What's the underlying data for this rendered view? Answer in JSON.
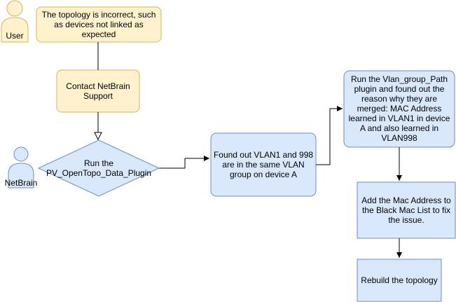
{
  "actors": {
    "user": {
      "label": "User"
    },
    "netbrain": {
      "label": "NetBrain"
    }
  },
  "nodes": {
    "problem": {
      "text": "The topology is incorrect, such as devices not linked as expected"
    },
    "contact": {
      "text": "Contact NetBrain Support"
    },
    "run_plugin": {
      "text": "Run the PV_OpenTopo_Data_Plugin"
    },
    "found_vlan": {
      "text": "Found out  VLAN1 and 998 are in the same VLAN group on device A"
    },
    "vlan_group_path": {
      "text": "Run the Vlan_group_Path plugin and found out the reason why they are merged: MAC Address learned in VLAN1 in device A and also learned in VLAN998"
    },
    "add_mac": {
      "text": "Add the Mac Address to the Black Mac List to fix the issue."
    },
    "rebuild": {
      "text": "Rebuild the topology"
    }
  },
  "colors": {
    "yellow_fill": "#FFF2CC",
    "yellow_stroke": "#D6B656",
    "blue_fill": "#DAE8FC",
    "blue_stroke": "#6C8EBF",
    "line": "#000000"
  }
}
